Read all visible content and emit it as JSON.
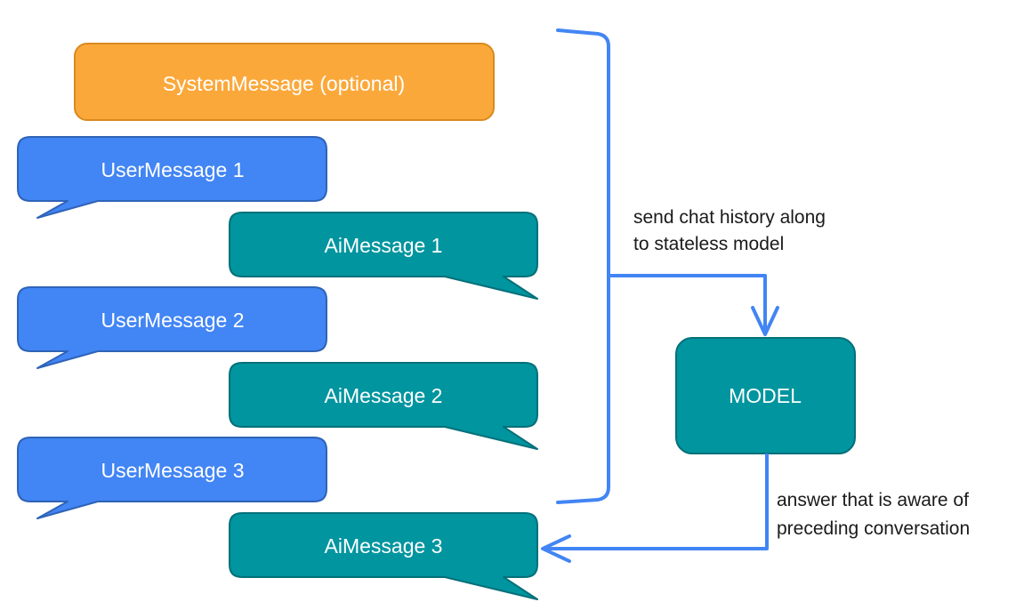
{
  "messages": {
    "system": "SystemMessage (optional)",
    "user1": "UserMessage 1",
    "ai1": "AiMessage 1",
    "user2": "UserMessage 2",
    "ai2": "AiMessage 2",
    "user3": "UserMessage 3",
    "ai3": "AiMessage 3"
  },
  "model": {
    "label": "MODEL"
  },
  "annotations": {
    "send_line1": "send chat history along",
    "send_line2": "to stateless model",
    "answer_line1": "answer that is aware of",
    "answer_line2": "preceding conversation"
  },
  "colors": {
    "system": "#FBA83B",
    "system_border": "#D98A1E",
    "user": "#4285F4",
    "user_border": "#2E63B8",
    "ai": "#00959F",
    "ai_border": "#05707A",
    "arrow": "#4285F4"
  }
}
